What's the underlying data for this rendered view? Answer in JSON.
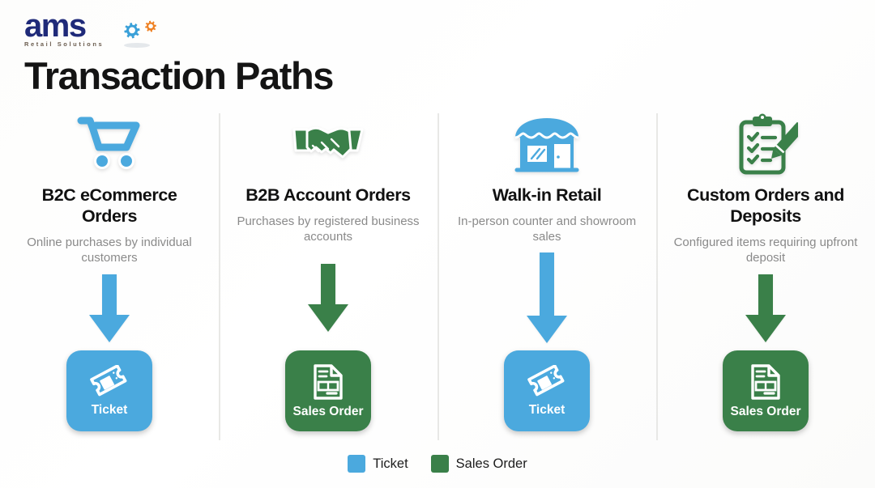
{
  "brand": {
    "name": "ams",
    "tagline": "Retail Solutions",
    "word_color": "#1f2a79",
    "gear_blue": "#3aa0d8",
    "gear_orange": "#ef8123"
  },
  "page_title": "Transaction Paths",
  "colors": {
    "ticket_blue": "#4ba9de",
    "sales_order_green": "#3a8049",
    "heading": "#111111",
    "description": "#8a8a8a",
    "divider": "#e8e8e6",
    "background": "#fdfdfc"
  },
  "columns": [
    {
      "icon": "shopping-cart-icon",
      "icon_color": "#4ba9de",
      "title": "B2C eCommerce Orders",
      "description": "Online purchases by individual customers",
      "arrow_color": "#4ba9de",
      "result": {
        "type": "ticket",
        "label": "Ticket",
        "color": "#4ba9de",
        "icon": "ticket-icon"
      }
    },
    {
      "icon": "handshake-icon",
      "icon_color": "#3a8049",
      "title": "B2B Account Orders",
      "description": "Purchases by registered business accounts",
      "arrow_color": "#3a8049",
      "result": {
        "type": "sales-order",
        "label": "Sales Order",
        "color": "#3a8049",
        "icon": "document-icon"
      }
    },
    {
      "icon": "storefront-icon",
      "icon_color": "#4ba9de",
      "title": "Walk-in Retail",
      "description": "In-person counter and showroom sales",
      "arrow_color": "#4ba9de",
      "result": {
        "type": "ticket",
        "label": "Ticket",
        "color": "#4ba9de",
        "icon": "ticket-icon"
      }
    },
    {
      "icon": "clipboard-checklist-icon",
      "icon_color": "#3a8049",
      "title": "Custom Orders and Deposits",
      "description": "Configured items requiring upfront deposit",
      "arrow_color": "#3a8049",
      "result": {
        "type": "sales-order",
        "label": "Sales Order",
        "color": "#3a8049",
        "icon": "document-icon"
      }
    }
  ],
  "legend": [
    {
      "label": "Ticket",
      "color": "#4ba9de"
    },
    {
      "label": "Sales Order",
      "color": "#3a8049"
    }
  ]
}
